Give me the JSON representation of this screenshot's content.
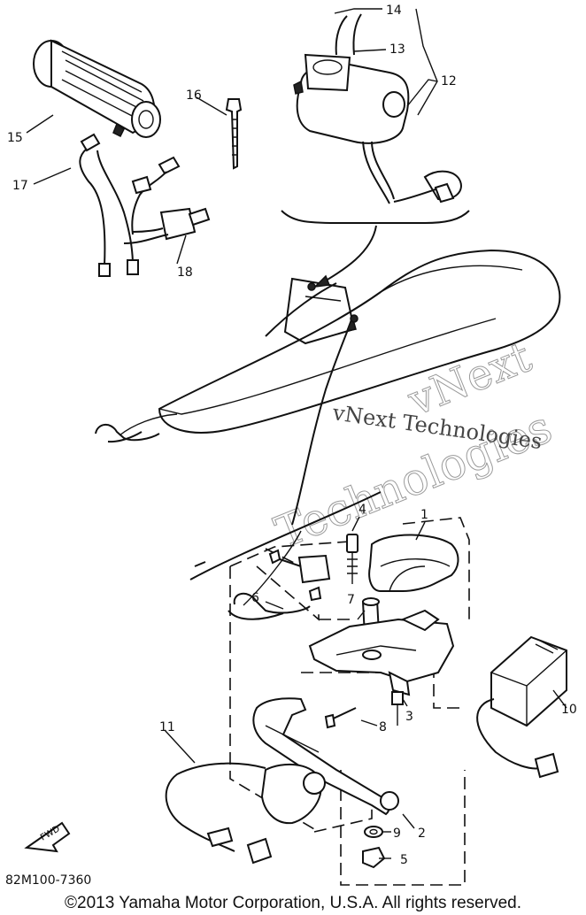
{
  "diagram": {
    "callouts": [
      "1",
      "2",
      "3",
      "4",
      "5",
      "6",
      "7",
      "8",
      "9",
      "10",
      "11",
      "12",
      "13",
      "14",
      "15",
      "16",
      "17",
      "18"
    ],
    "watermark_outline": [
      "vNext",
      "Technologies"
    ],
    "watermark_text": "vNext Technologies",
    "fwd_label": "FWD",
    "drawing_code": "82M100-7360",
    "copyright": "©2013 Yamaha Motor Corporation, U.S.A. All rights reserved."
  }
}
